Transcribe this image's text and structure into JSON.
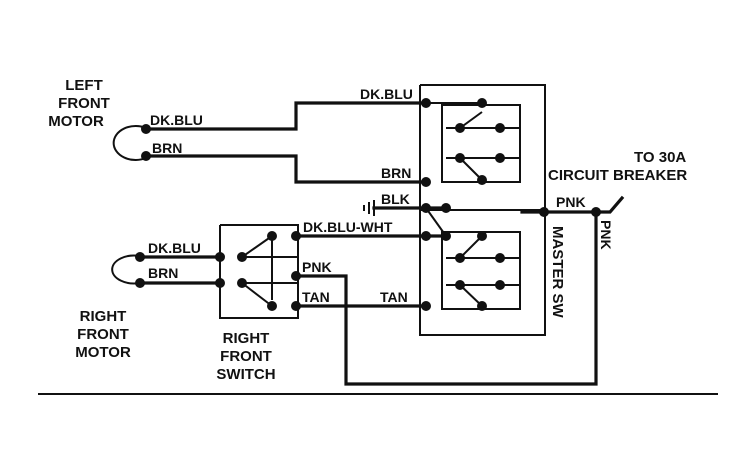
{
  "components": {
    "left_motor": {
      "line1": "LEFT",
      "line2": "FRONT",
      "line3": "MOTOR"
    },
    "right_motor": {
      "line1": "RIGHT",
      "line2": "FRONT",
      "line3": "MOTOR"
    },
    "right_switch": {
      "line1": "RIGHT",
      "line2": "FRONT",
      "line3": "SWITCH"
    },
    "master_switch": {
      "label": "MASTER SW"
    },
    "circuit_breaker": {
      "line1": "TO 30A",
      "line2": "CIRCUIT BREAKER"
    }
  },
  "wires": {
    "left_dkblu": "DK.BLU",
    "left_brn": "BRN",
    "master_dkblu": "DK.BLU",
    "master_brn": "BRN",
    "blk": "BLK",
    "dkblu_wht": "DK.BLU-WHT",
    "right_dkblu": "DK.BLU",
    "right_brn": "BRN",
    "pnk_switch": "PNK",
    "tan_switch": "TAN",
    "tan_master": "TAN",
    "pnk_master": "PNK",
    "pnk_vertical": "PNK"
  }
}
